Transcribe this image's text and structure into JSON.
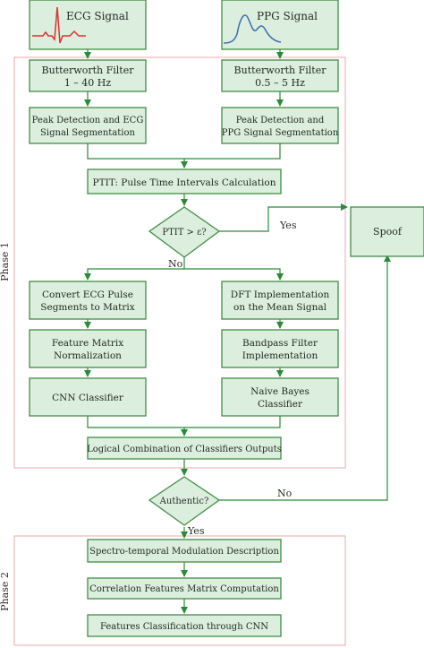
{
  "nodes": {
    "ecg_signal": "ECG Signal",
    "ppg_signal": "PPG Signal",
    "bw_ecg": [
      "Butterworth Filter",
      "1 – 40 Hz"
    ],
    "bw_ppg": [
      "Butterworth Filter",
      "0.5 – 5 Hz"
    ],
    "peak_ecg": [
      "Peak Detection and ECG",
      "Signal Segmentation"
    ],
    "peak_ppg": [
      "Peak Detection and",
      "PPG Signal Segmentation"
    ],
    "ptit": "PTIT: Pulse Time Intervals Calculation",
    "decision1": "PTIT > ε?",
    "spoof": "Spoof",
    "convert": [
      "Convert ECG Pulse",
      "Segments to Matrix"
    ],
    "dft": [
      "DFT Implementation",
      "on the Mean Signal"
    ],
    "feat_norm": [
      "Feature Matrix",
      "Normalization"
    ],
    "bandpass": [
      "Bandpass Filter",
      "Implementation"
    ],
    "cnn": "CNN Classifier",
    "naive": [
      "Naive Bayes",
      "Classifier"
    ],
    "logical": "Logical Combination of Classifiers Outputs",
    "decision2": "Authentic?",
    "spectro": "Spectro-temporal Modulation Description",
    "correlation": "Correlation Features Matrix Computation",
    "features_cnn": "Features Classification through CNN"
  },
  "edge_labels": {
    "yes1": "Yes",
    "no1": "No",
    "no2": "No",
    "yes2": "Yes"
  },
  "phases": {
    "phase1": "Phase 1",
    "phase2": "Phase 2"
  },
  "colors": {
    "box_fill": "#dceedd",
    "box_stroke": "#3f8e45",
    "phase_stroke": "#e9a8a8",
    "edge": "#2a8a3a"
  }
}
